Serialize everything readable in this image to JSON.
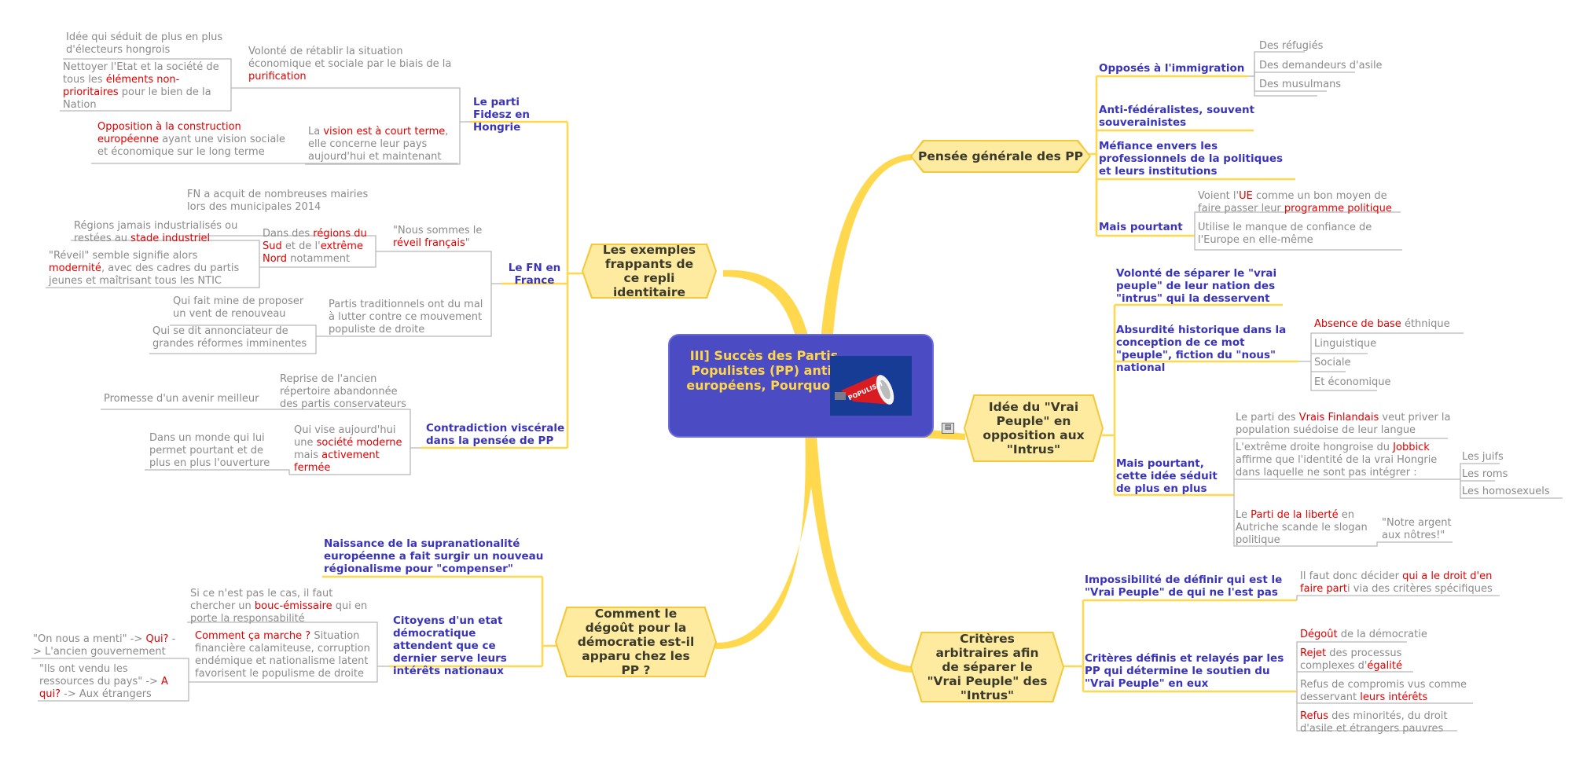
{
  "colors": {
    "branch": "#ffd84d",
    "center_bg": "#4b4bc4",
    "center_text": "#ffd64a",
    "blue": "#3a34b8",
    "red": "#e00000",
    "grey": "#8a8a8a",
    "leaf_line": "#b8b8b8"
  },
  "center": {
    "title": "III] Succès des Partis Populistes (PP) anti-européens, Pourquoi?",
    "image_label": "POPULISM",
    "image_icon": "megaphone-icon"
  },
  "branches": {
    "pensee": {
      "label": "Pensée générale des PP",
      "immigration": "Opposés à l'immigration",
      "immigration_items": [
        "Des réfugiés",
        "Des demandeurs d'asile",
        "Des musulmans"
      ],
      "anti_federal": "Anti-fédéralistes, souvent souverainistes",
      "mefiance": "Méfiance envers les professionnels de la politiques et leurs institutions",
      "mais": "Mais pourtant",
      "ue_pre": "Voient l'",
      "ue": "UE",
      "ue_mid": " comme un bon moyen de faire passer leur ",
      "ue_prog": "programme politique",
      "confiance": "Utilise le manque de confiance de l'Europe en elle-même"
    },
    "peuple": {
      "label": "Idée du \"Vrai Peuple\" en opposition aux \"Intrus\"",
      "volonte": "Volonté de séparer le \"vrai peuple\" de leur nation des \"intrus\" qui la desservent",
      "absurdite": "Absurdité historique dans la conception de ce mot \"peuple\", fiction du \"nous\" national",
      "absence": "Absence de base",
      "ethnique": " éthnique",
      "absurd_items": [
        "Linguistique",
        "Sociale",
        "Et économique"
      ],
      "mais": "Mais pourtant, cette idée séduit de plus en plus",
      "fin_pre": "Le parti des ",
      "fin": "Vrais Finlandais",
      "fin_post": " veut priver la population suédoise de leur langue",
      "hon_pre": "L'extrême droite hongroise du ",
      "jobbik": "Jobbick",
      "hon_post": " affirme que l'identité de la vrai Hongrie dans laquelle ne sont pas intégrer :",
      "hon_items": [
        "Les juifs",
        "Les roms",
        "Les homosexuels"
      ],
      "aut_pre": "Le ",
      "aut": "Parti de la liberté",
      "aut_post": " en Autriche scande le slogan politique",
      "argent": "\"Notre argent aux nôtres!\""
    },
    "criteres": {
      "label": "Critères arbitraires afin de séparer le \"Vrai Peuple\" des \"Intrus\"",
      "impossibilite": "Impossibilité de définir qui est le \"Vrai Peuple\" de qui ne l'est pas",
      "decider_pre": "Il faut donc décider ",
      "decider": "qui a le droit d'en faire part",
      "decider_post": "i via des critères spécifiques",
      "definis": "Critères définis et relayés par les PP qui détermine le soutien du \"Vrai Peuple\" en eux",
      "degout": "Dégoût",
      "degout_post": " de la démocratie",
      "rejet": "Rejet",
      "rejet_post": " des processus complexes d'",
      "egalite": "égalité",
      "refus_compromis": "Refus de compromis vus comme desservant ",
      "interets": "leurs intérêts",
      "refus": "Refus",
      "refus_post": " des minorités, du droit d'asile et étrangers pauvres"
    },
    "exemples": {
      "label": "Les exemples frappants de ce repli identitaire",
      "fidesz": "Le parti Fidesz en Hongrie",
      "seduit": "Idée qui séduit de plus en plus d'électeurs hongrois",
      "nettoyer_pre": "Nettoyer l'Etat et la société de tous les ",
      "elements": "éléments non-prioritaires",
      "nettoyer_post": " pour le bien de la Nation",
      "volonte": "Volonté de rétablir la situation économique et sociale par le biais de la ",
      "purification": "purification",
      "opposition": "Opposition à la construction européenne",
      "opposition_post": " ayant une vision sociale et économique sur le long terme",
      "vision_pre": "La ",
      "vision": "vision est à court terme",
      "vision_post": ", elle concerne leur pays aujourd'hui et maintenant",
      "fn": "Le FN en France",
      "mairies": "FN a acquit de nombreuses mairies lors des municipales 2014",
      "regions_jamais": "Régions jamais industrialisés ou restées au ",
      "stade": "stade industriel",
      "reveil_q": "\"Réveil\" semble signifie alors ",
      "modernite": "modernité",
      "reveil_post": ", avec des cadres du partis jeunes et maîtrisant tous les NTIC",
      "dans_pre": "Dans des ",
      "sud": "régions du Sud",
      "dans_mid": " et de l'",
      "nord": "extrême Nord",
      "dans_post": " notamment",
      "nous_pre": "\"Nous sommes le ",
      "reveil": "réveil français",
      "nous_post": "\"",
      "mine": "Qui fait mine de proposer un vent de renouveau",
      "annonciateur": "Qui se dit annonciateur de grandes réformes imminentes",
      "partis": "Partis traditionnels ont du mal à lutter contre ce mouvement populiste de droite",
      "contradiction": "Contradiction viscérale dans la pensée de PP",
      "promesse": "Promesse d'un avenir meilleur",
      "reprise": "Reprise de l'ancien répertoire abandonnée des partis conservateurs",
      "monde": "Dans un monde qui lui permet pourtant et de plus en plus l'ouverture",
      "vise_pre": "Qui vise aujourd'hui une ",
      "societe": "société moderne",
      "vise_mid": " mais ",
      "fermee": "activement fermée"
    },
    "degout": {
      "label": "Comment le dégoût pour la démocratie est-il apparu chez les PP ?",
      "naissance": "Naissance de la supranationalité européenne a fait surgir un nouveau régionalisme pour \"compenser\"",
      "citoyens": "Citoyens d'un etat démocratique attendent que ce dernier serve leurs intérêts nationaux",
      "sinon_pre": "Si ce n'est pas le cas, il faut chercher un ",
      "bouc": "bouc-émissaire",
      "sinon_post": " qui en porte la responsabilité",
      "comment": "Comment ça marche ?",
      "comment_post": "  Situation financière calamiteuse, corruption endémique et nationalisme latent favorisent le populisme de droite",
      "menti_pre": "\"On nous a menti\" -> ",
      "qui": "Qui?",
      "menti_post": " -> L'ancien gouvernement",
      "vendu_pre": "\"Ils ont vendu les ressources du pays\" -> ",
      "aqui": "A qui?",
      "vendu_post": " -> Aux étrangers"
    }
  }
}
